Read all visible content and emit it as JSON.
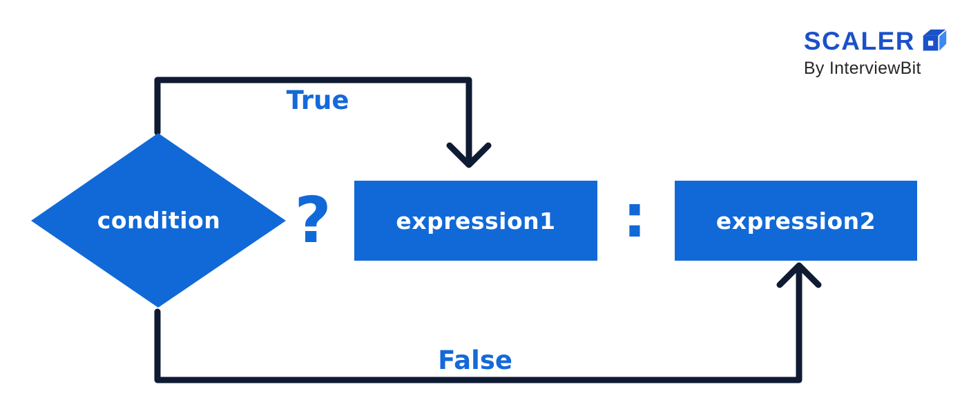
{
  "brand": {
    "name": "SCALER",
    "byline": "By InterviewBit",
    "icon": "scaler-cube-icon"
  },
  "diagram": {
    "condition_label": "condition",
    "operator_question": "?",
    "operator_colon": ":",
    "expression1_label": "expression1",
    "expression2_label": "expression2",
    "edge_true_label": "True",
    "edge_false_label": "False"
  },
  "colors": {
    "primary_blue": "#1169d8",
    "arrow_navy": "#0f1b33",
    "label_blue": "#1569d8",
    "logo_blue": "#1b51c9",
    "logo_light_blue": "#3c8af0",
    "byline_gray": "#27272a",
    "text_white": "#ffffff",
    "background": "#ffffff"
  }
}
